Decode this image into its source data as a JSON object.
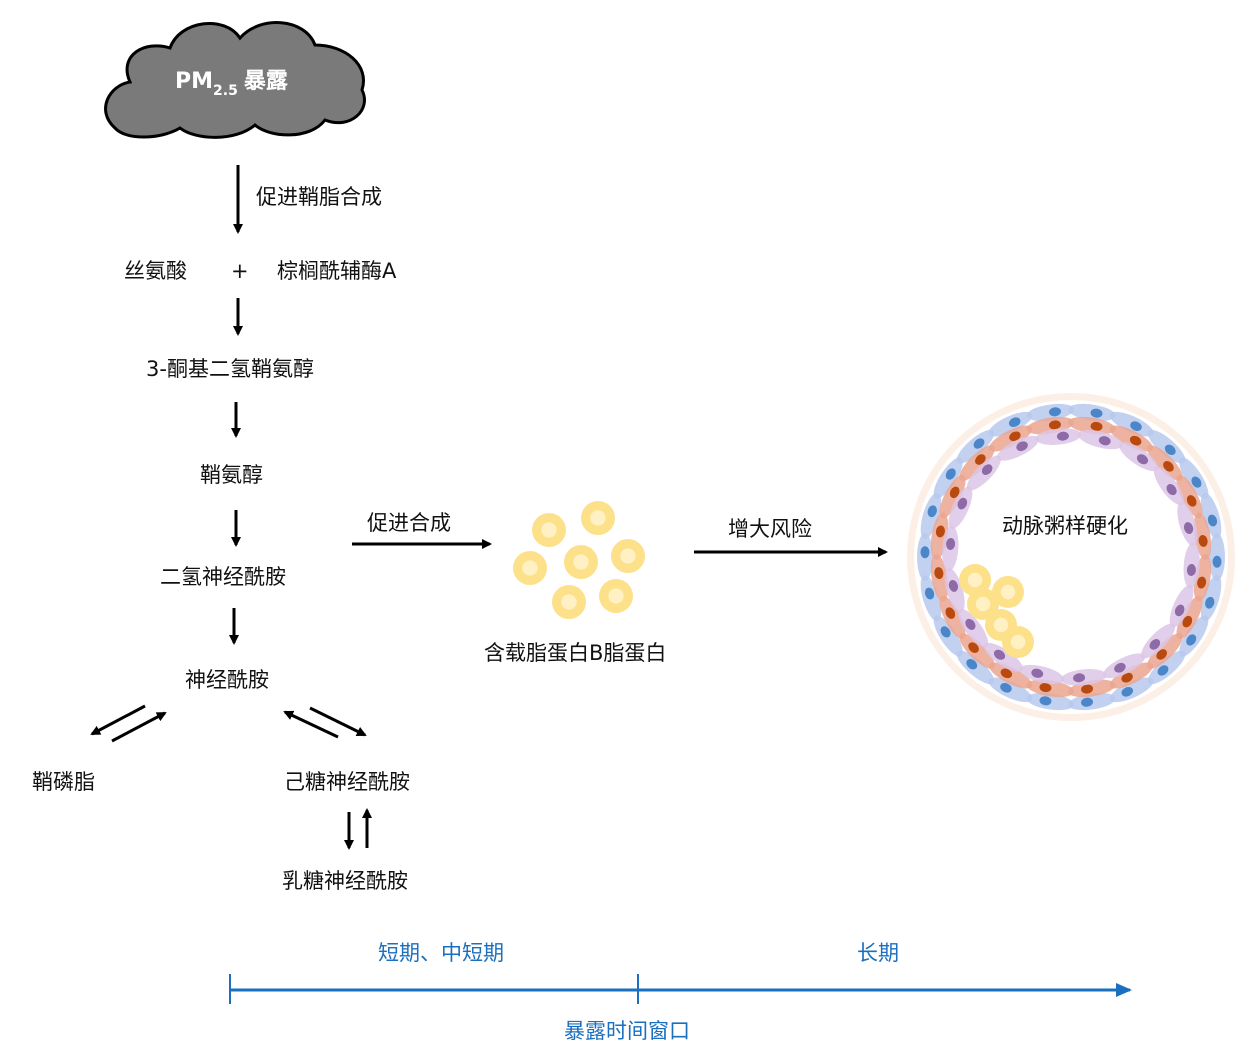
{
  "cloud": {
    "pm": "PM",
    "sub": "2.5",
    "label": "暴露",
    "fill": "#7a7a7a"
  },
  "pathway": {
    "step0_label": "促进鞘脂合成",
    "serine": "丝氨酸",
    "plus": "+",
    "palmitoyl": "棕榈酰辅酶A",
    "ketosphinganine": "3-酮基二氢鞘氨醇",
    "sphingosine": "鞘氨醇",
    "dihydroceramide": "二氢神经酰胺",
    "ceramide": "神经酰胺",
    "sphingomyelin": "鞘磷脂",
    "glucosylceramide": "己糖神经酰胺",
    "lactosylceramide": "乳糖神经酰胺"
  },
  "middle": {
    "arrow_label": "促进合成",
    "lipoprotein": "含载脂蛋白B脂蛋白",
    "lipo_color": "#fde08a"
  },
  "right": {
    "arrow_label": "增大风险",
    "artery_label": "动脉粥样硬化"
  },
  "timeline": {
    "short_label": "短期、中短期",
    "long_label": "长期",
    "axis_label": "暴露时间窗口",
    "color": "#1a6fbf"
  }
}
